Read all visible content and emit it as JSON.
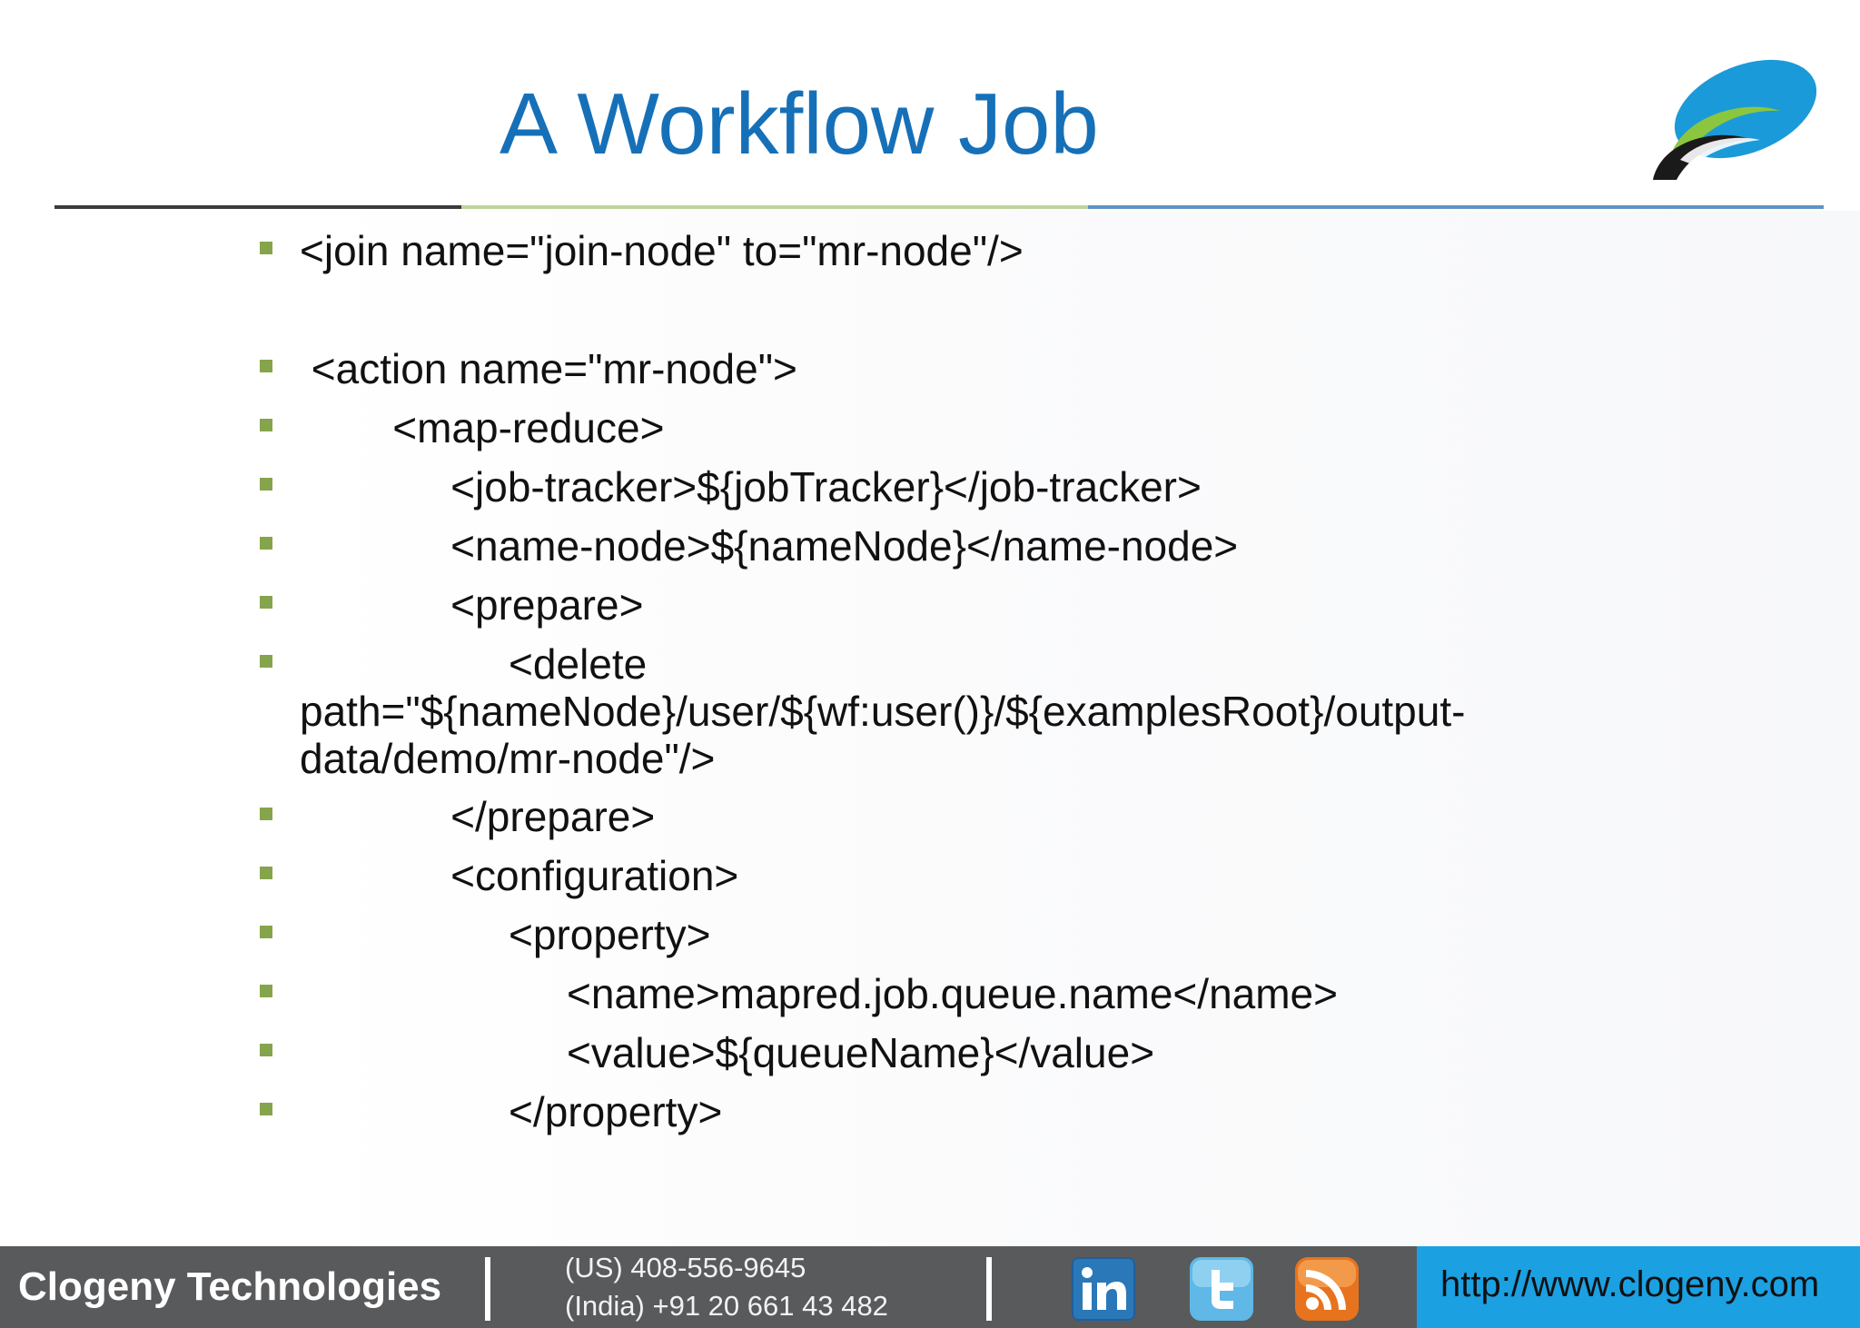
{
  "slide": {
    "title": "A Workflow Job",
    "lines": [
      "<join name=\"join-node\" to=\"mr-node\"/>",
      " <action name=\"mr-node\">",
      "        <map-reduce>",
      "             <job-tracker>${jobTracker}</job-tracker>",
      "             <name-node>${nameNode}</name-node>",
      "             <prepare>",
      "                  <delete\npath=\"${nameNode}/user/${wf:user()}/${examplesRoot}/output-\ndata/demo/mr-node\"/>",
      "             </prepare>",
      "             <configuration>",
      "                  <property>",
      "                       <name>mapred.job.queue.name</name>",
      "                       <value>${queueName}</value>",
      "                  </property>"
    ]
  },
  "footer": {
    "company": "Clogeny Technologies",
    "phone_us": "(US) 408-556-9645",
    "phone_india": "(India) +91 20 661 43 482",
    "social_icons": [
      "linkedin-icon",
      "twitter-icon",
      "rss-icon"
    ],
    "url": "http://www.clogeny.com"
  },
  "colors": {
    "title": "#1670b8",
    "bullet": "#86a44b",
    "footer_bg": "#595a5c",
    "url_bg": "#1ba0e2"
  }
}
